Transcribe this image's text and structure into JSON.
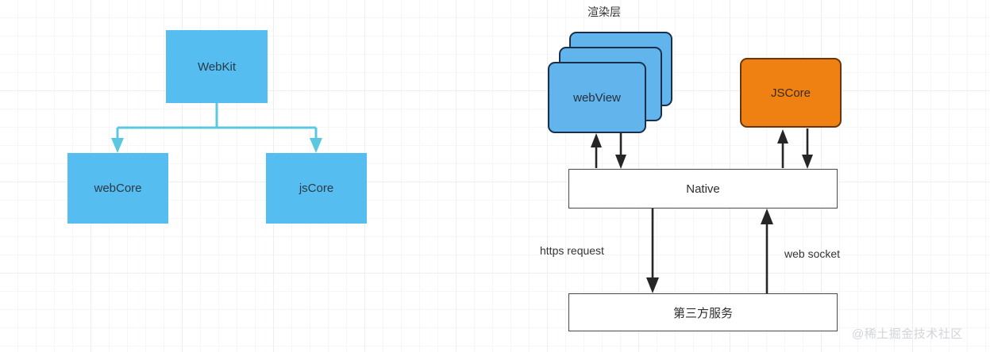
{
  "diagram": {
    "title_labels": {
      "render_layer": "渲染层"
    },
    "left_tree": {
      "root": {
        "label": "WebKit"
      },
      "children": [
        {
          "label": "webCore"
        },
        {
          "label": "jsCore"
        }
      ],
      "edge_color": "#5bc8e0",
      "node_fill": "#55bdf0"
    },
    "right_flow": {
      "webview": {
        "label": "webView",
        "fill": "#61b4ec",
        "stroke": "#1b2f4b",
        "stack_count": 3
      },
      "jscore": {
        "label": "JSCore",
        "fill": "#ef8012",
        "stroke": "#69360a"
      },
      "native": {
        "label": "Native",
        "fill": "#ffffff",
        "stroke": "#4a4a4a"
      },
      "third_party": {
        "label": "第三方服务",
        "fill": "#ffffff",
        "stroke": "#4a4a4a"
      },
      "edge_labels": [
        {
          "text": "https request"
        },
        {
          "text": "web socket"
        }
      ],
      "arrow_color": "#262626"
    }
  },
  "watermark": {
    "text": "@稀土掘金技术社区"
  }
}
